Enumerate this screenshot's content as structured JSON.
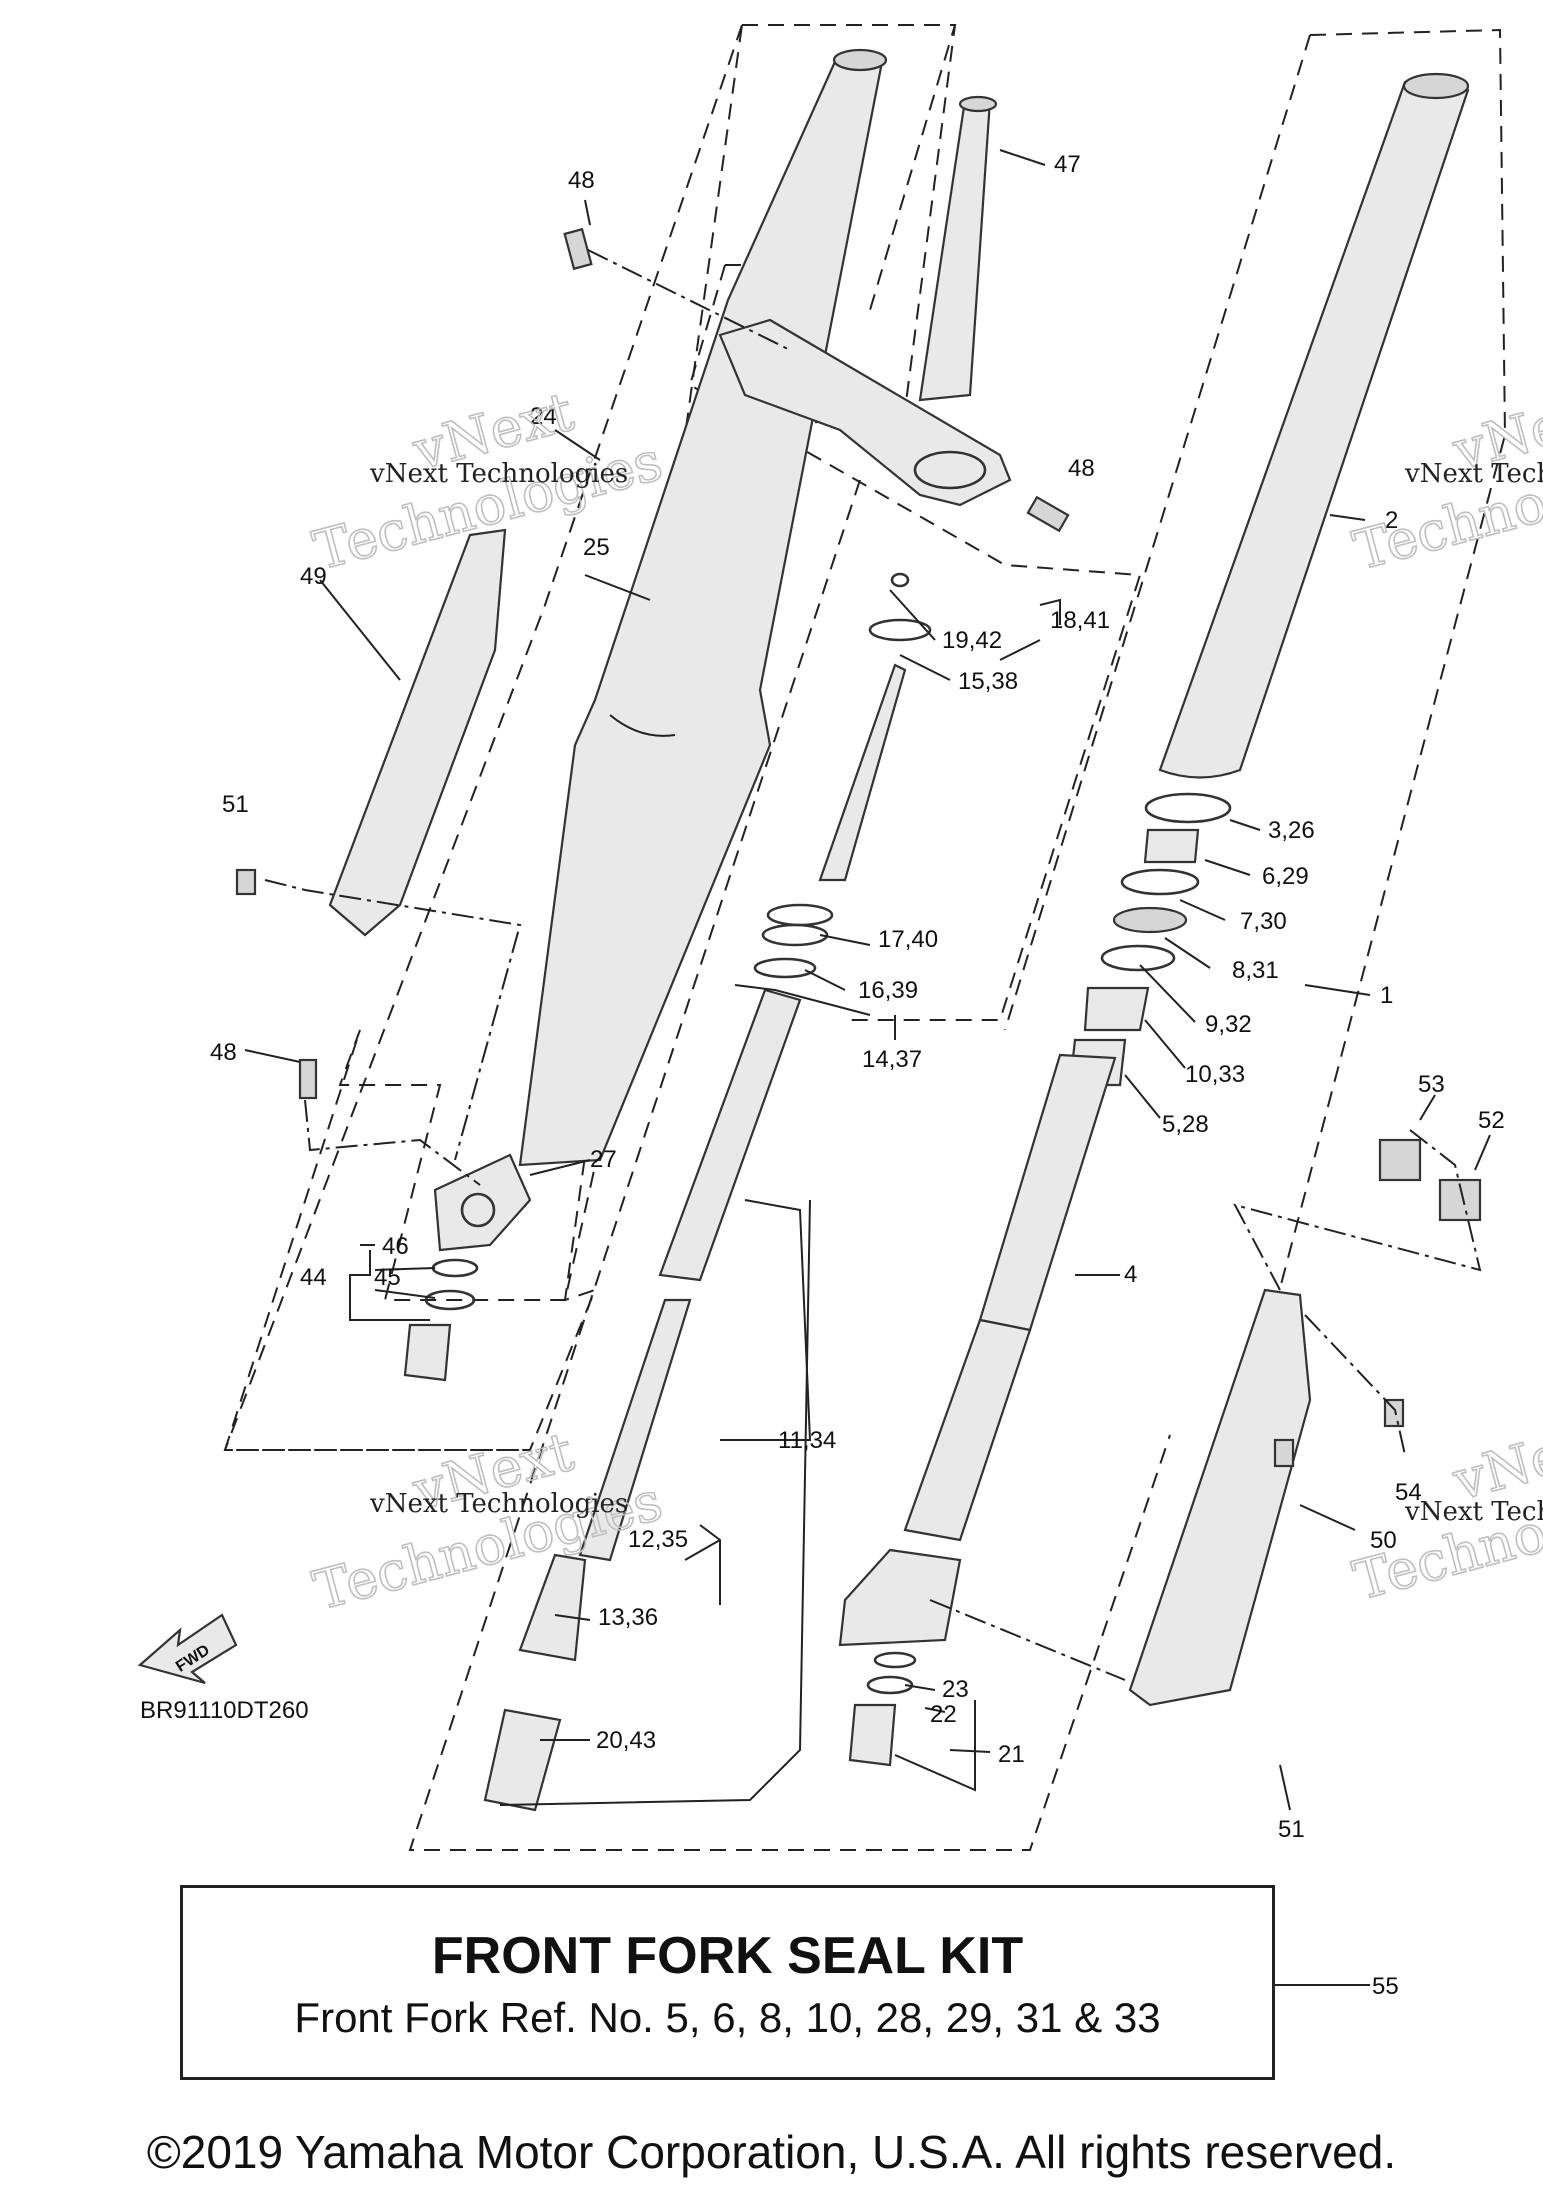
{
  "diagram": {
    "code": "BR91110DT260",
    "fwd_label": "FWD",
    "callouts": [
      "47",
      "48",
      "48",
      "24",
      "25",
      "49",
      "51",
      "2",
      "18,41",
      "19,42",
      "15,38",
      "3,26",
      "6,29",
      "7,30",
      "8,31",
      "9,32",
      "17,40",
      "16,39",
      "14,37",
      "1",
      "10,33",
      "5,28",
      "48",
      "53",
      "52",
      "27",
      "46",
      "45",
      "44",
      "4",
      "11,34",
      "12,35",
      "13,36",
      "54",
      "50",
      "23",
      "22",
      "21",
      "20,43",
      "51",
      "55"
    ]
  },
  "watermark": {
    "line1": "vNext",
    "line2": "Technologies",
    "small": "vNext Technologies"
  },
  "kit_box": {
    "title": "FRONT FORK SEAL KIT",
    "description": "Front Fork Ref. No. 5, 6, 8, 10, 28, 29, 31 & 33"
  },
  "footer": {
    "copyright": "©2019 Yamaha Motor Corporation, U.S.A. All rights reserved."
  }
}
